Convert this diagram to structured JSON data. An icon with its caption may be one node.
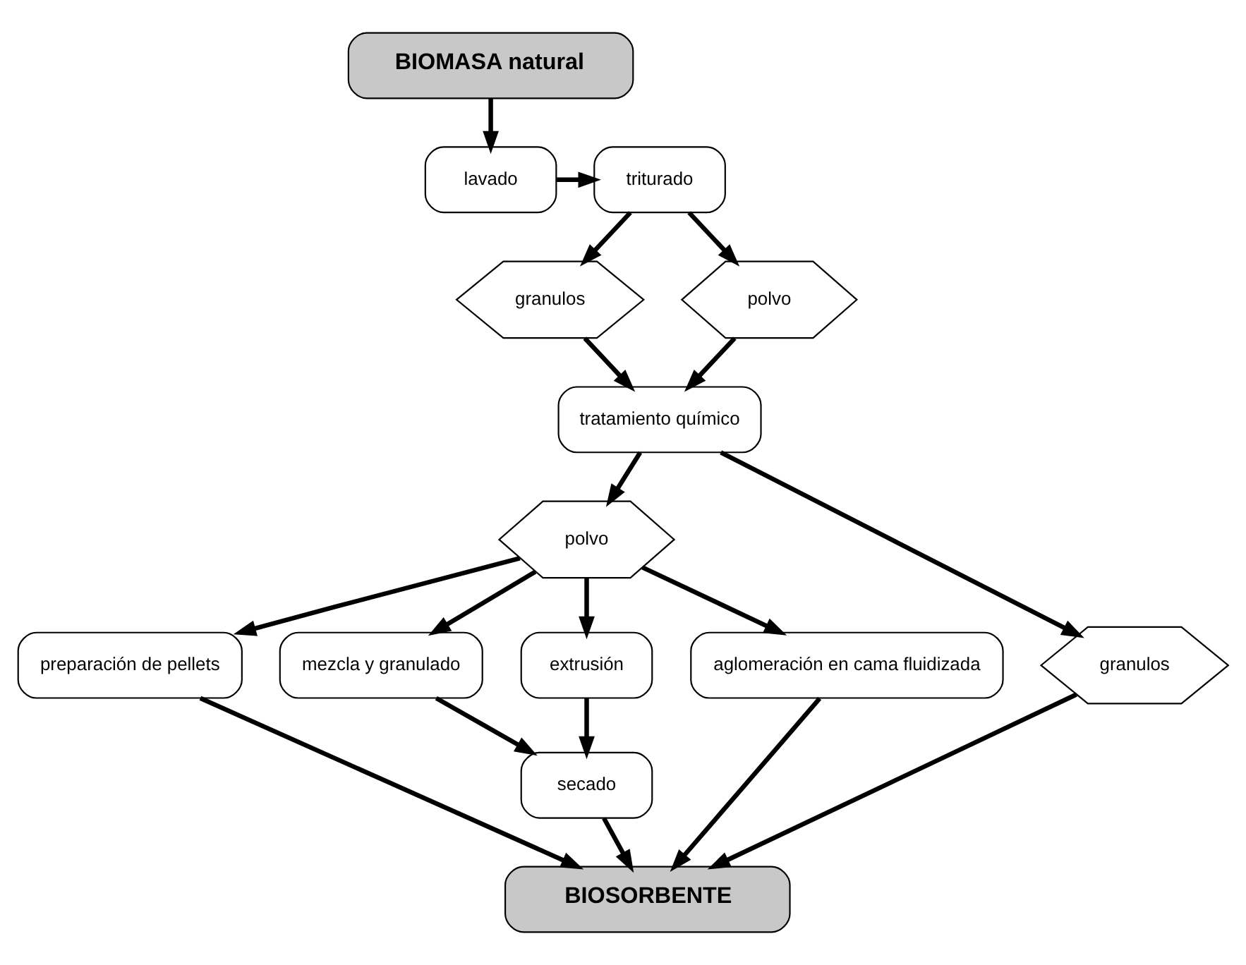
{
  "diagram": {
    "nodes": [
      {
        "text": [
          "BIOMASA natural"
        ]
      },
      {
        "text": [
          "lavado"
        ]
      },
      {
        "text": [
          "triturado"
        ]
      },
      {
        "text": [
          "granulos"
        ]
      },
      {
        "text": [
          "polvo"
        ]
      },
      {
        "text": [
          "tratamiento químico"
        ]
      },
      {
        "text": [
          "polvo"
        ]
      },
      {
        "text": [
          "granulos"
        ]
      },
      {
        "text": [
          "preparación de pellets"
        ]
      },
      {
        "text": [
          "mezcla y granulado"
        ]
      },
      {
        "text": [
          "extrusión"
        ]
      },
      {
        "text": [
          "aglomeración en cama fluidizada"
        ]
      },
      {
        "text": [
          "secado"
        ]
      },
      {
        "text": [
          "BIOSORBENTE"
        ]
      }
    ],
    "edges": [
      {
        "from": 0,
        "to": 1,
        "arrow": "to"
      },
      {
        "from": 1,
        "to": 2,
        "arrow": "to"
      },
      {
        "from": 2,
        "to": 3,
        "arrow": "to"
      },
      {
        "from": 2,
        "to": 4,
        "arrow": "to"
      },
      {
        "from": 3,
        "to": 5,
        "arrow": "to"
      },
      {
        "from": 4,
        "to": 5,
        "arrow": "to"
      },
      {
        "from": 5,
        "to": 6,
        "arrow": "to"
      },
      {
        "from": 5,
        "to": 7,
        "arrow": "to"
      },
      {
        "from": 6,
        "to": 8,
        "arrow": "to"
      },
      {
        "from": 6,
        "to": 9,
        "arrow": "to"
      },
      {
        "from": 6,
        "to": 10,
        "arrow": "to"
      },
      {
        "from": 6,
        "to": 11,
        "arrow": "to"
      },
      {
        "from": 8,
        "to": 13,
        "arrow": "to"
      },
      {
        "from": 9,
        "to": 12,
        "arrow": "to"
      },
      {
        "from": 10,
        "to": 12,
        "arrow": "to"
      },
      {
        "from": 12,
        "to": 13,
        "arrow": "to"
      },
      {
        "from": 11,
        "to": 13,
        "arrow": "to"
      },
      {
        "from": 7,
        "to": 13,
        "arrow": "to"
      }
    ]
  }
}
